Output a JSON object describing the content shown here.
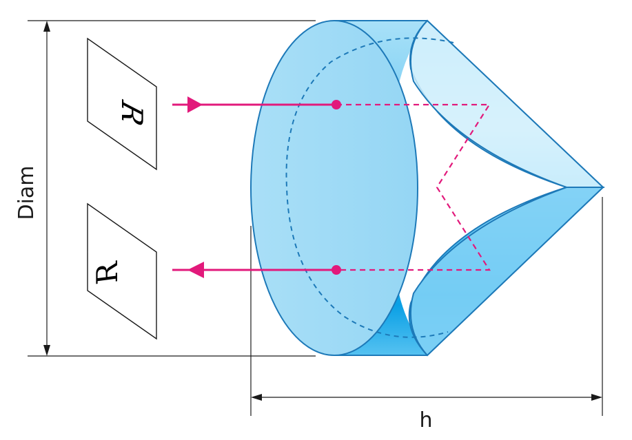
{
  "labels": {
    "diameter": "Diam",
    "height": "h"
  },
  "images": {
    "object_glyph": "R",
    "reflected_glyph": "R"
  },
  "colors": {
    "prism_fill": "#9fdcf6",
    "prism_edge": "#1d79b8",
    "prism_deep": "#18a5e6",
    "ray": "#e2197b",
    "dimension": "#1a1a1a"
  }
}
